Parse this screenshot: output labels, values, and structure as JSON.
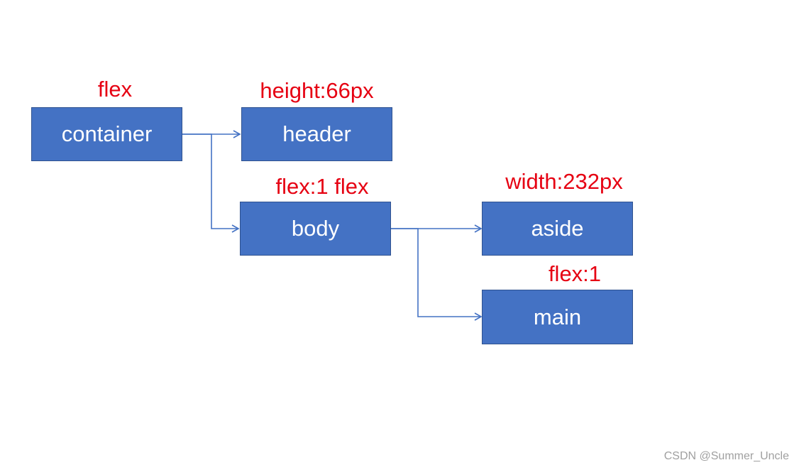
{
  "nodes": {
    "container": {
      "label": "container",
      "note": "flex"
    },
    "header": {
      "label": "header",
      "note": "height:66px"
    },
    "body": {
      "label": "body",
      "note": "flex:1 flex"
    },
    "aside": {
      "label": "aside",
      "note": "width:232px"
    },
    "main": {
      "label": "main",
      "note": "flex:1"
    }
  },
  "edges": [
    {
      "from": "container",
      "to": "header"
    },
    {
      "from": "container",
      "to": "body"
    },
    {
      "from": "body",
      "to": "aside"
    },
    {
      "from": "body",
      "to": "main"
    }
  ],
  "colors": {
    "box_fill": "#4472c4",
    "box_border": "#2f528f",
    "connector": "#4472c4",
    "note_text": "#e60012"
  },
  "watermark": "CSDN @Summer_Uncle"
}
